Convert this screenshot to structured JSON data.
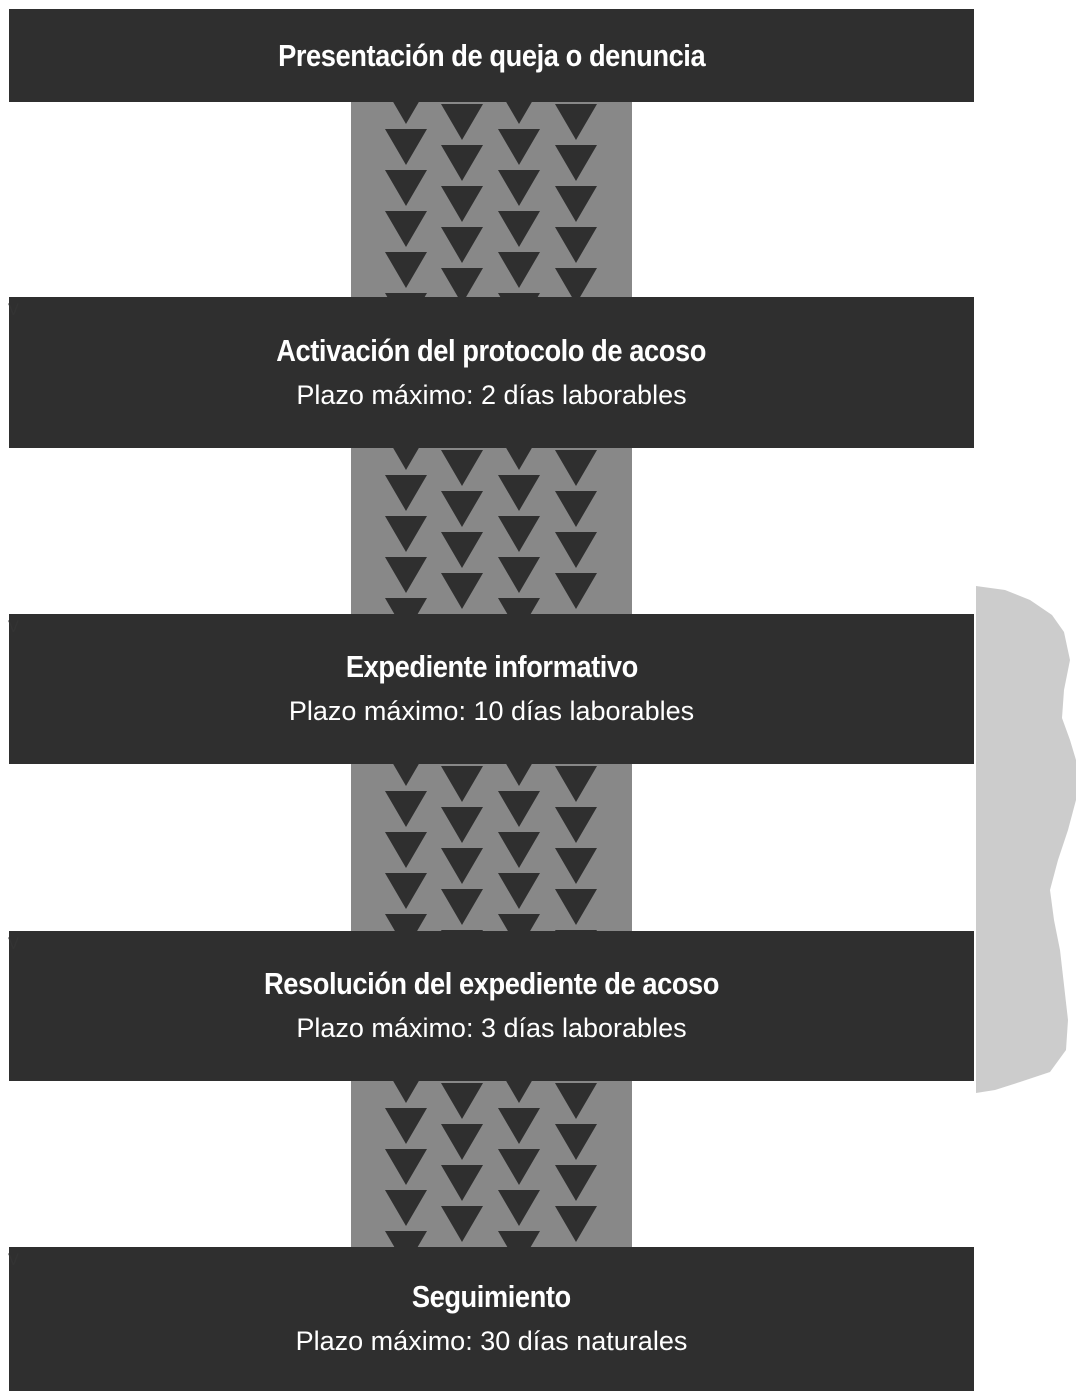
{
  "colors": {
    "box": "#2f2f2f",
    "connector": "#888888",
    "arrow": "#2f2f2f",
    "side_shape": "#cccccc"
  },
  "icons": {
    "arrow": "down-triangle-arrow",
    "marker": "v-glyph"
  },
  "steps": [
    {
      "title": "Presentación de queja o denuncia",
      "subtitle": ""
    },
    {
      "title": "Activación del protocolo de acoso",
      "subtitle": "Plazo máximo: 2 días laborables"
    },
    {
      "title": "Expediente informativo",
      "subtitle": "Plazo máximo: 10 días laborables"
    },
    {
      "title": "Resolución del expediente de acoso",
      "subtitle": "Plazo máximo: 3 días laborables"
    },
    {
      "title": "Seguimiento",
      "subtitle": "Plazo máximo: 30 días naturales"
    }
  ],
  "markers": [
    "V",
    "V",
    "V",
    "V"
  ]
}
